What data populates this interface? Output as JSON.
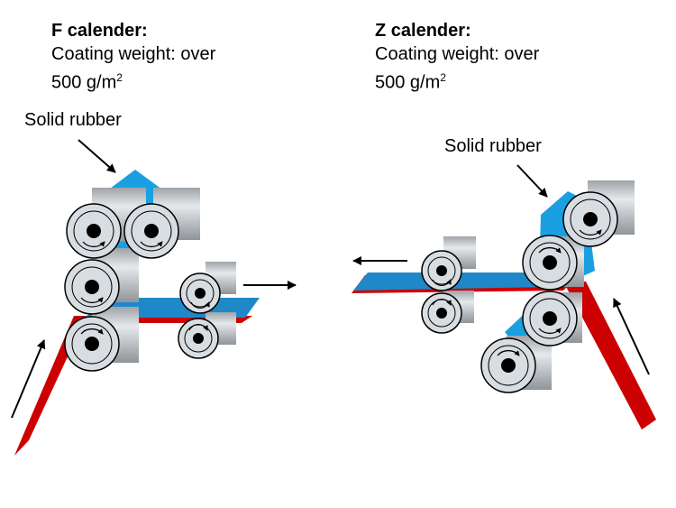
{
  "f_calender": {
    "heading": "F calender:",
    "line1": "Coating weight: over",
    "line2_value": "500 g/m",
    "line2_sup": "2",
    "rubber_label": "Solid rubber"
  },
  "z_calender": {
    "heading": "Z calender:",
    "line1": "Coating weight: over",
    "line2_value": "500 g/m",
    "line2_sup": "2",
    "rubber_label": "Solid rubber"
  },
  "colors": {
    "rubber": "#1aa0e0",
    "rubber_dark": "#0a7cc0",
    "web_red": "#cc0000",
    "web_blue": "#1e88c8",
    "roll_face": "#d8dde2",
    "roll_body": "#b8bcc0"
  }
}
